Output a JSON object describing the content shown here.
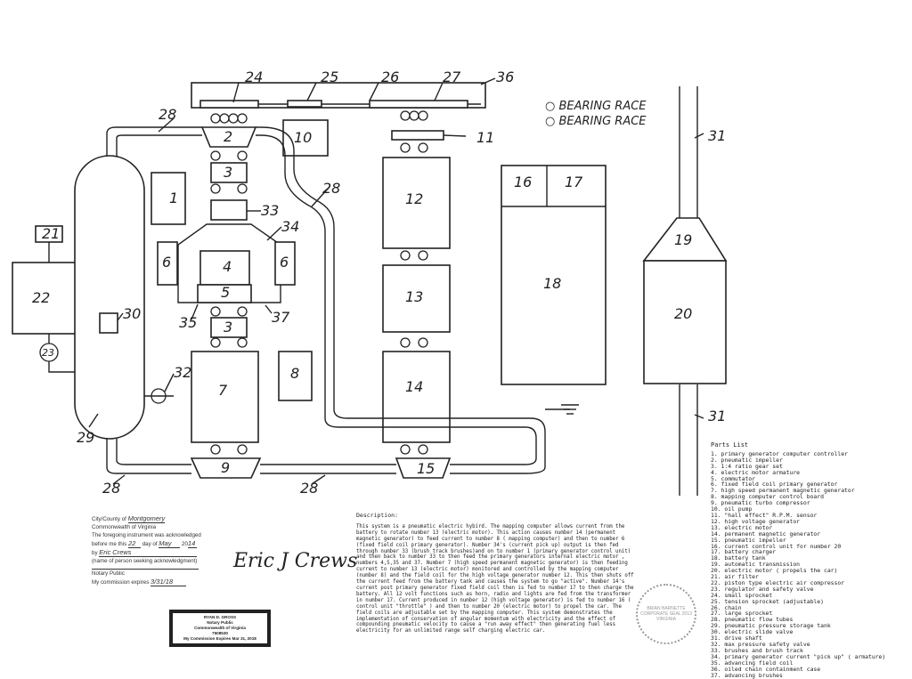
{
  "labels": {
    "n1": "1",
    "n2": "2",
    "n3": "3",
    "n4": "4",
    "n5": "5",
    "n6": "6",
    "n7": "7",
    "n8": "8",
    "n9": "9",
    "n10": "10",
    "n11": "11",
    "n12": "12",
    "n13": "13",
    "n14": "14",
    "n15": "15",
    "n16": "16",
    "n17": "17",
    "n18": "18",
    "n19": "19",
    "n20": "20",
    "n21": "21",
    "n22": "22",
    "n23": "23",
    "n24": "24",
    "n25": "25",
    "n26": "26",
    "n27": "27",
    "n28": "28",
    "n29": "29",
    "n30": "30",
    "n31": "31",
    "n32": "32",
    "n33": "33",
    "n34": "34",
    "n35": "35",
    "n36": "36",
    "n37": "37"
  },
  "legend": {
    "row1": "○ BEARING RACE",
    "row2": "○ BEARING RACE"
  },
  "parts_list": {
    "title": "Parts List",
    "items": [
      "1. primary generator computer controller",
      "2. pneumatic impeller",
      "3. 1:4 ratio gear set",
      "4. electric motor armature",
      "5. commutator",
      "6. fixed field coil primary generator",
      "7. high speed permanent magnetic generator",
      "8. mapping computer control board",
      "9. pneumatic turbo compressor",
      "10. oil pump",
      "11. \"hall effect\" R.P.M. sensor",
      "12. high voltage generator",
      "13. electric motor",
      "14. permanent magnetic generator",
      "15. pneumatic impeller",
      "16. current control unit for number 20",
      "17. battery charger",
      "18. battery tank",
      "19. automatic transmission",
      "20. electric motor ( propels the car)",
      "21. air filter",
      "22. piston type electric air compressor",
      "23. regulator and safety valve",
      "24. small sprocket",
      "25. tension sprocket (adjustable)",
      "26. chain",
      "27. large sprocket",
      "28. pneumatic flow tubes",
      "29. pneumatic pressure storage tank",
      "30. electric slide valve",
      "31. drive shaft",
      "32. max pressure safety valve",
      "33. brushes and brush track",
      "34. primary generator current \"pick up\" ( armature)",
      "35. advancing field coil",
      "36. oiled chain containment case",
      "37. advancing brushes"
    ]
  },
  "description": {
    "heading": "Description:",
    "text": "This system is a pneumatic electric hybird. The mapping computer allows current from the battery to rotate number 13 (electric motor). This action causes number 14 (permanent magnetic generator) to feed current to number 8 ( mapping computer) and then to number 6 (fixed field coil primary generator). Number 34's (current pick up) output is then fed through number 33 (brush track brushes)and on to number 1 (primary generator control unit) and then back to number 33 to then feed the primary generators internal electric motor , numbers 4,5,35 and 37. Number 7 (high speed permanent magnetic generator) is then feeding current to number 13 (electric motor) monitored and controlled by the mapping computer (number 8) and the field coil for the high voltage generator number 12. This then shuts off the current feed from the battery tank and causes the system to go \"active\". Number 14's current post primary generator fixed field coil then is fed to number 17 to then charge the battery. All 12 volt functions such as horn, radio and lights are fed from the transformer in number 17. Current produced in number 12 (high voltage generator) is fed to number 16 ( control unit \"throttle\" ) and then to number 20 (electric motor) to propel the car. The field coils are adjustable set by the mapping computer. This system demonstrates the implementation of conservation of angular momentum with electricity and the effect of compounding pneumatic velocity to cause a \"run away effect\" then generating fuel less electricity for an unlimited range self charging electric car."
  },
  "notary": {
    "county_label": "City/County of",
    "county_value": "Montgomery",
    "commonwealth": "Commonwealth of Virginia",
    "ack_line": "The foregoing instrument was acknowledged",
    "before_me": "before me this",
    "day": "22",
    "day_of": "day of",
    "month": "May",
    "year_prefix": "20",
    "year": "14",
    "by": "by",
    "signer": "Eric Crews",
    "signer_caption": "(name of person seeking acknowledgment)",
    "notary_caption": "Notary Public",
    "commission_label": "My commission expires",
    "commission_value": "3/31/18"
  },
  "notary_stamp": {
    "name": "RYAN D. GROSS",
    "title": "Notary Public",
    "state": "Commonwealth of Virginia",
    "number": "7508530",
    "expires": "My Commission Expires Mar 31, 2018"
  },
  "signature": "Eric J Crews",
  "seal_text": "BRIAN BARNETTE CORPORATE SEAL 2013 VIRGINIA"
}
